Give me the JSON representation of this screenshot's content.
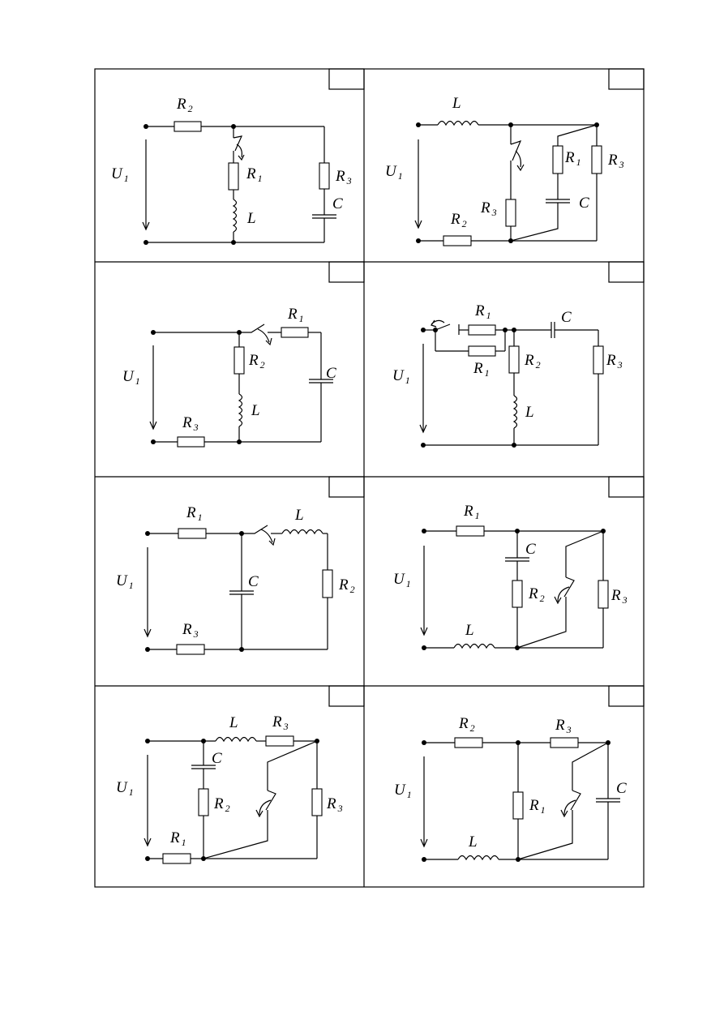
{
  "labels": {
    "U": "U",
    "R": "R",
    "L": "L",
    "C": "C",
    "n1": "1",
    "n2": "2",
    "n3": "3"
  }
}
